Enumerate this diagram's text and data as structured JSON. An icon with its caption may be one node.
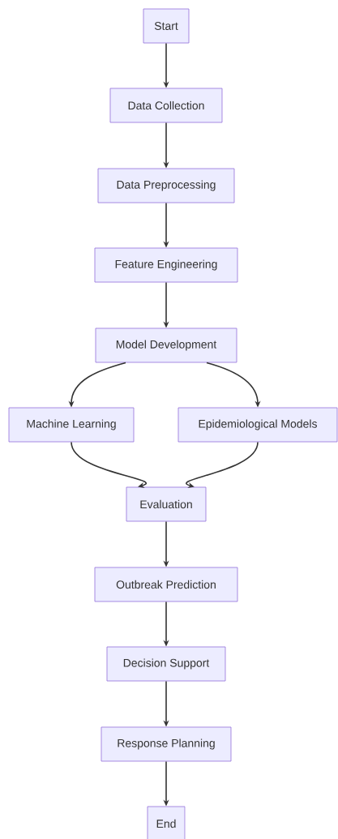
{
  "diagram": {
    "nodes": [
      {
        "text": [
          "Start"
        ]
      },
      {
        "text": [
          "Data Collection"
        ]
      },
      {
        "text": [
          "Data Preprocessing"
        ]
      },
      {
        "text": [
          "Feature Engineering"
        ]
      },
      {
        "text": [
          "Model Development"
        ]
      },
      {
        "text": [
          "Machine Learning"
        ]
      },
      {
        "text": [
          "Epidemiological Models"
        ]
      },
      {
        "text": [
          "Evaluation"
        ]
      },
      {
        "text": [
          "Outbreak Prediction"
        ]
      },
      {
        "text": [
          "Decision Support"
        ]
      },
      {
        "text": [
          "Response Planning"
        ]
      },
      {
        "text": [
          "End"
        ]
      }
    ],
    "edges": [
      {
        "from": 0,
        "to": 1,
        "arrow": "to"
      },
      {
        "from": 1,
        "to": 2,
        "arrow": "to"
      },
      {
        "from": 2,
        "to": 3,
        "arrow": "to"
      },
      {
        "from": 3,
        "to": 4,
        "arrow": "to"
      },
      {
        "from": 4,
        "to": 5,
        "arrow": "to"
      },
      {
        "from": 4,
        "to": 6,
        "arrow": "to"
      },
      {
        "from": 5,
        "to": 7,
        "arrow": "to"
      },
      {
        "from": 6,
        "to": 7,
        "arrow": "to"
      },
      {
        "from": 7,
        "to": 8,
        "arrow": "to"
      },
      {
        "from": 8,
        "to": 9,
        "arrow": "to"
      },
      {
        "from": 9,
        "to": 10,
        "arrow": "to"
      },
      {
        "from": 10,
        "to": 11,
        "arrow": "to"
      }
    ]
  }
}
